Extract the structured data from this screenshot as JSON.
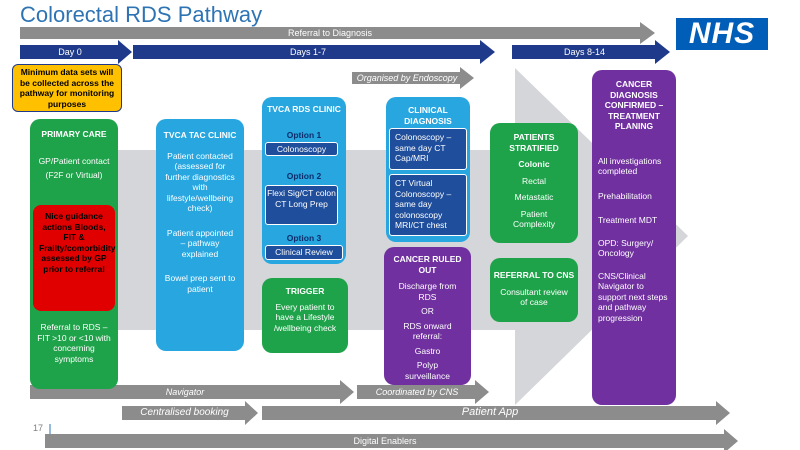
{
  "title": "Colorectal RDS Pathway",
  "logo": "NHS",
  "page_number": "17",
  "colors": {
    "navy": "#1f3a8a",
    "grey_arrow": "#8c8c8c",
    "green": "#1fa34a",
    "light_blue": "#27a6e0",
    "purple": "#7030a0",
    "red": "#e00000",
    "amber": "#ffc000",
    "nhs_blue": "#005eb8"
  },
  "arrows": {
    "referral_to_diagnosis": "Referral to Diagnosis",
    "day0": "Day 0",
    "days1_7": "Days 1-7",
    "days8_14": "Days 8-14",
    "organised_by_endoscopy": "Organised by Endoscopy",
    "navigator": "Navigator",
    "coordinated_by_cns": "Coordinated by CNS",
    "centralised_booking": "Centralised booking",
    "patient_app": "Patient App",
    "digital_enablers": "Digital Enablers"
  },
  "minimum_data": "Minimum data sets will be collected across the pathway for monitoring purposes",
  "primary_care": {
    "heading": "PRIMARY CARE",
    "line1": "GP/Patient contact",
    "line2": "(F2F or Virtual)",
    "nice_box": "Nice guidance actions Bloods, FIT & Frailty/comorbidity assessed by GP prior to referral",
    "footer": "Referral to RDS – FIT >10 or <10 with concerning symptoms"
  },
  "tac_clinic": {
    "heading": "TVCA TAC CLINIC",
    "para1": "Patient contacted (assessed for further diagnostics with lifestyle/wellbeing check)",
    "para2": "Patient appointed – pathway explained",
    "para3": "Bowel prep sent to patient"
  },
  "rds_clinic": {
    "heading": "TVCA RDS CLINIC",
    "option1_label": "Option 1",
    "option1_text": "Colonoscopy",
    "option2_label": "Option 2",
    "option2_text": "Flexi Sig/CT colon CT Long Prep",
    "option3_label": "Option 3",
    "option3_text": "Clinical Review"
  },
  "trigger": {
    "heading": "TRIGGER",
    "text": "Every patient to have a Lifestyle /wellbeing check"
  },
  "clinical_diagnosis": {
    "heading": "CLINICAL DIAGNOSIS",
    "box1": "Colonoscopy – same day CT Cap/MRI",
    "box2": "CT Virtual Colonoscopy – same day colonoscopy MRI/CT chest"
  },
  "cancer_ruled_out": {
    "heading": "CANCER RULED OUT",
    "l1": "Discharge from RDS",
    "l2": "OR",
    "l3": "RDS onward referral:",
    "l4": "Gastro",
    "l5": "Polyp surveillance"
  },
  "stratified": {
    "heading": "PATIENTS STRATIFIED",
    "l1": "Colonic",
    "l2": "Rectal",
    "l3": "Metastatic",
    "l4": "Patient Complexity"
  },
  "referral_cns": {
    "heading": "REFERRAL TO CNS",
    "text": "Consultant review of case"
  },
  "cancer_confirmed": {
    "heading": "CANCER DIAGNOSIS CONFIRMED – TREATMENT PLANING",
    "l1": "All investigations completed",
    "l2": "Prehabilitation",
    "l3": "Treatment MDT",
    "l4": "OPD: Surgery/ Oncology",
    "l5": "CNS/Clinical Navigator to support next steps and pathway progression"
  }
}
